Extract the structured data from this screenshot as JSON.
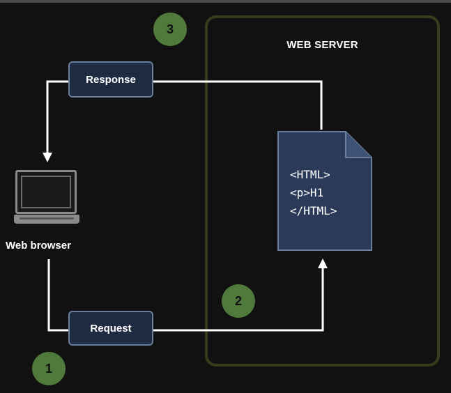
{
  "server": {
    "title": "WEB SERVER"
  },
  "browser": {
    "label": "Web browser",
    "icon": "laptop-icon"
  },
  "flow": {
    "request_label": "Request",
    "response_label": "Response"
  },
  "steps": {
    "one": "1",
    "two": "2",
    "three": "3"
  },
  "document": {
    "icon": "html-file-icon",
    "lines": [
      "<HTML>",
      "<p>H1",
      "</HTML>"
    ]
  },
  "colors": {
    "background": "#111111",
    "server_border": "#3a3a1c",
    "pill_fill": "#1f2b40",
    "pill_border": "#6a7f9e",
    "badge_fill": "#4f7a3b",
    "document_fill": "#2b3a58",
    "connector": "#ffffff",
    "laptop": "#8a8a8a"
  }
}
